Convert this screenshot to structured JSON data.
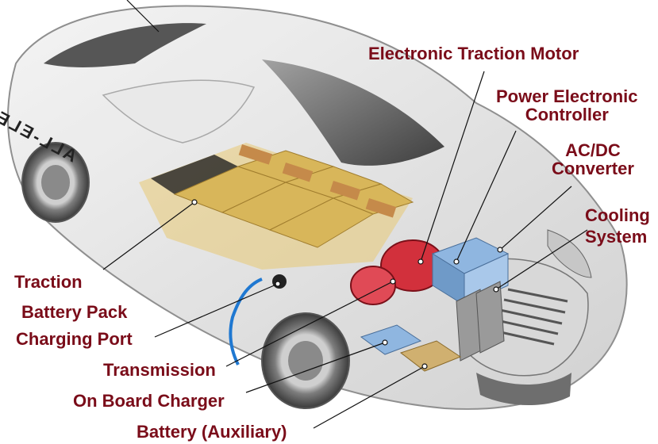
{
  "labels": {
    "motor": "Electronic Traction Motor",
    "controller_line1": "Power Electronic",
    "controller_line2": "Controller",
    "converter_line1": "AC/DC",
    "converter_line2": "Converter",
    "cooling_line1": "Cooling",
    "cooling_line2": "System",
    "traction_line1": "Traction",
    "traction_line2": "Battery Pack",
    "charging_port": "Charging Port",
    "transmission": "Transmission",
    "onboard_charger": "On Board Charger",
    "aux_battery": "Battery (Auxiliary)"
  },
  "car_side_text": "ALL-ELECTRIC",
  "colors": {
    "label": "#7a0c19",
    "battery_cell": "#d8b65a",
    "battery_top": "#c58a4a",
    "motor": "#d2303c",
    "electronics": "#8fb6e0"
  }
}
